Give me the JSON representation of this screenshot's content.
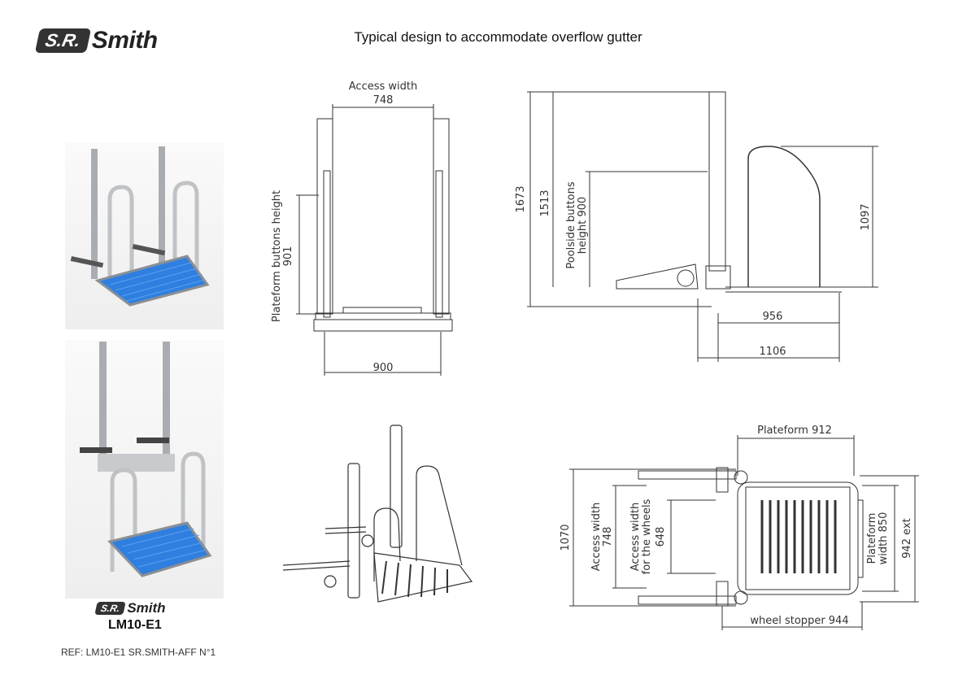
{
  "header": {
    "title": "Typical design to accommodate overflow gutter",
    "logo_sr": "S.R.",
    "logo_smith": "Smith"
  },
  "product": {
    "logo_sr": "S.R.",
    "logo_smith": "Smith",
    "model": "LM10-E1",
    "ref": "REF: LM10-E1 SR.SMITH-AFF N°1"
  },
  "front_view": {
    "access_width_label": "Access width",
    "access_width_value": "748",
    "buttons_height_label": "Plateform buttons height",
    "buttons_height_value": "901",
    "base_width_value": "900"
  },
  "side_view": {
    "total_height": "1673",
    "post_height": "1513",
    "poolside_label": "Poolside buttons",
    "poolside_value": "height 900",
    "rail_height": "1097",
    "depth_1": "956",
    "depth_2": "1106"
  },
  "top_view": {
    "platform_label": "Plateform 912",
    "overall": "1070",
    "access_label": "Access width",
    "access_value": "748",
    "wheels_label_1": "Access width",
    "wheels_label_2": "for the wheels",
    "wheels_value": "648",
    "platform_width_label": "Plateform",
    "platform_width_value": "width 850",
    "ext_value": "942 ext",
    "wheel_stopper": "wheel stopper 944"
  },
  "colors": {
    "platform_blue": "#2f7fe0",
    "metal": "#b8bcc0",
    "line": "#333333"
  }
}
